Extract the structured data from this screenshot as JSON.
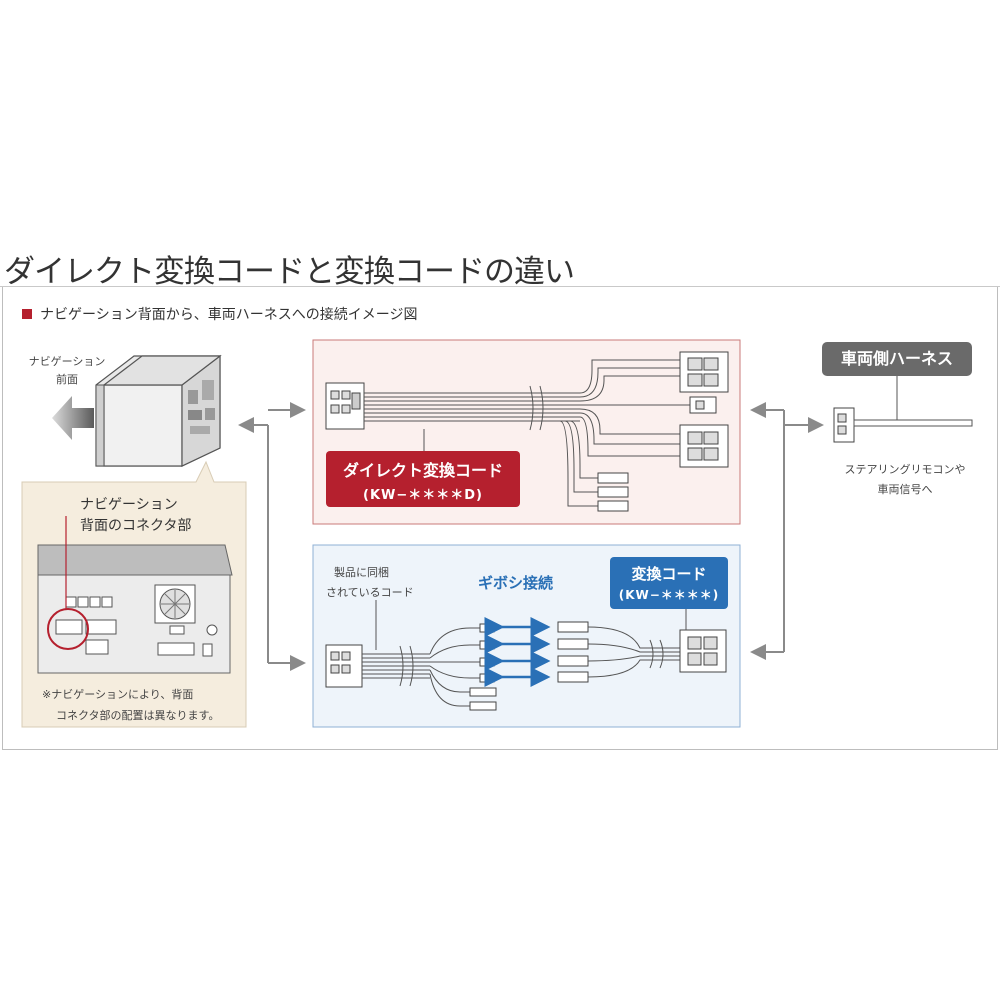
{
  "title": "ダイレクト変換コードと変換コードの違い",
  "subtitle": "ナビゲーション背面から、車両ハーネスへの接続イメージ図",
  "navi_front": {
    "line1": "ナビゲーション",
    "line2": "前面"
  },
  "navi_back": {
    "line1": "ナビゲーション",
    "line2": "背面のコネクタ部"
  },
  "note": {
    "line1": "※ナビゲーションにより、背面",
    "line2": "コネクタ部の配置は異なります。"
  },
  "direct_code": {
    "name": "ダイレクト変換コード",
    "model": "(KW−＊＊＊＊D)"
  },
  "bundled_code": {
    "line1": "製品に同梱",
    "line2": "されているコード"
  },
  "gibosi": "ギボシ接続",
  "convert_code": {
    "name": "変換コード",
    "model": "(KW−＊＊＊＊)"
  },
  "vehicle_harness": "車両側ハーネス",
  "steering": {
    "line1": "ステアリングリモコンや",
    "line2": "車両信号へ"
  },
  "colors": {
    "red": "#b5202e",
    "blue": "#2a70b6",
    "gray": "#6a6a6a",
    "red_panel_bg": "#fbf0ee",
    "blue_panel_bg": "#eef4fa",
    "beige_bg": "#f5edde"
  }
}
